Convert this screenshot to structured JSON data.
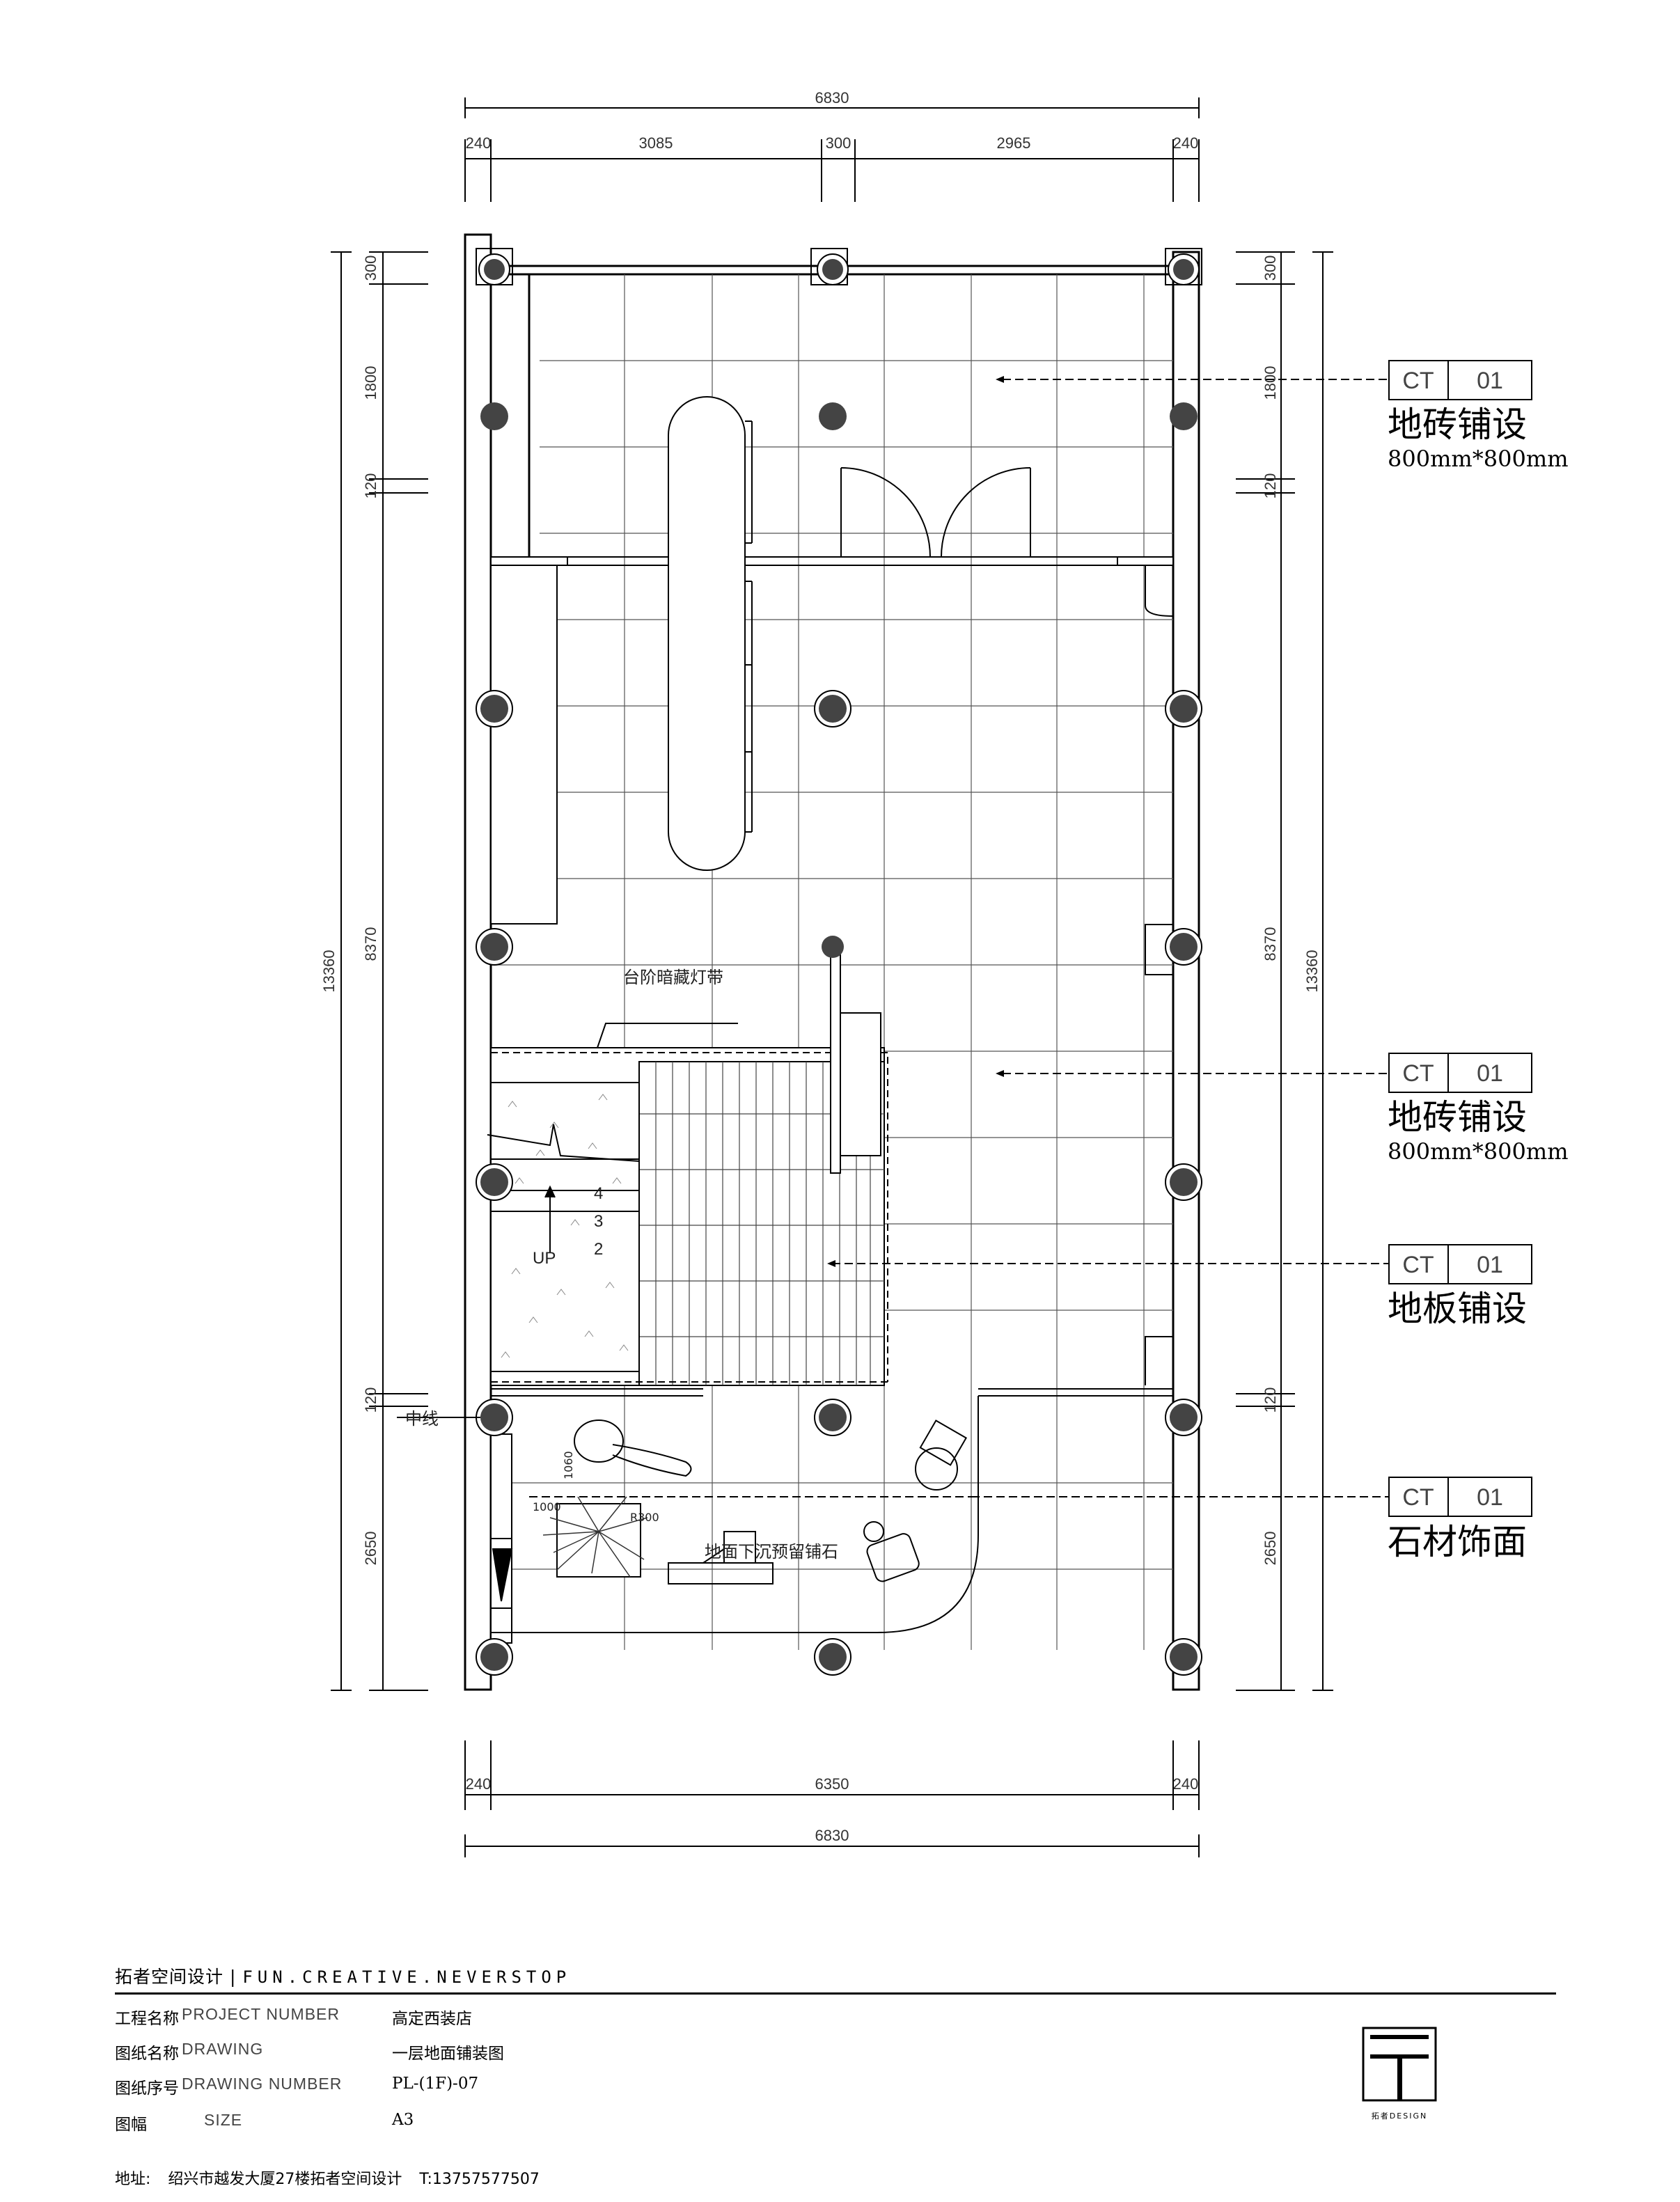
{
  "dimensions": {
    "top_total": "6830",
    "top_segments": [
      "240",
      "3085",
      "300",
      "2965",
      "240"
    ],
    "bottom_segments": [
      "240",
      "6350",
      "240"
    ],
    "bottom_total": "6830",
    "left_segments": [
      "300",
      "1800",
      "120",
      "8370",
      "120",
      "2650"
    ],
    "left_total": "13360",
    "right_segments": [
      "300",
      "1800",
      "120",
      "8370",
      "120",
      "2650"
    ],
    "right_total": "13360"
  },
  "annotations": {
    "step_light_strip": "台阶暗藏灯带",
    "center_line": "中线",
    "sunken_floor": "地面下沉预留铺石",
    "up": "UP",
    "steps": [
      "4",
      "3",
      "2"
    ],
    "dim_1000": "1000",
    "dim_1060": "1060",
    "dim_r300": "R300"
  },
  "material_tags": [
    {
      "code": "CT",
      "num": "01",
      "name": "地砖铺设",
      "size": "800mm*800mm"
    },
    {
      "code": "CT",
      "num": "01",
      "name": "地砖铺设",
      "size": "800mm*800mm"
    },
    {
      "code": "CT",
      "num": "01",
      "name": "地板铺设",
      "size": ""
    },
    {
      "code": "CT",
      "num": "01",
      "name": "石材饰面",
      "size": ""
    }
  ],
  "title_block": {
    "company": "拓者空间设计",
    "separator": "|",
    "slogan": "FUN.CREATIVE.NEVERSTOP",
    "rows": [
      {
        "label": "工程名称",
        "label_en": "PROJECT NUMBER",
        "value": "高定西装店"
      },
      {
        "label": "图纸名称",
        "label_en": "DRAWING",
        "value": "一层地面铺装图"
      },
      {
        "label": "图纸序号",
        "label_en": "DRAWING NUMBER",
        "value": "PL-(1F)-07"
      },
      {
        "label": "图幅",
        "label_en": "SIZE",
        "value": "A3"
      }
    ],
    "address_label": "地址:",
    "address": "绍兴市越发大厦27楼拓者空间设计",
    "phone": "T:13757577507",
    "logo_text": "拓者DESIGN"
  }
}
